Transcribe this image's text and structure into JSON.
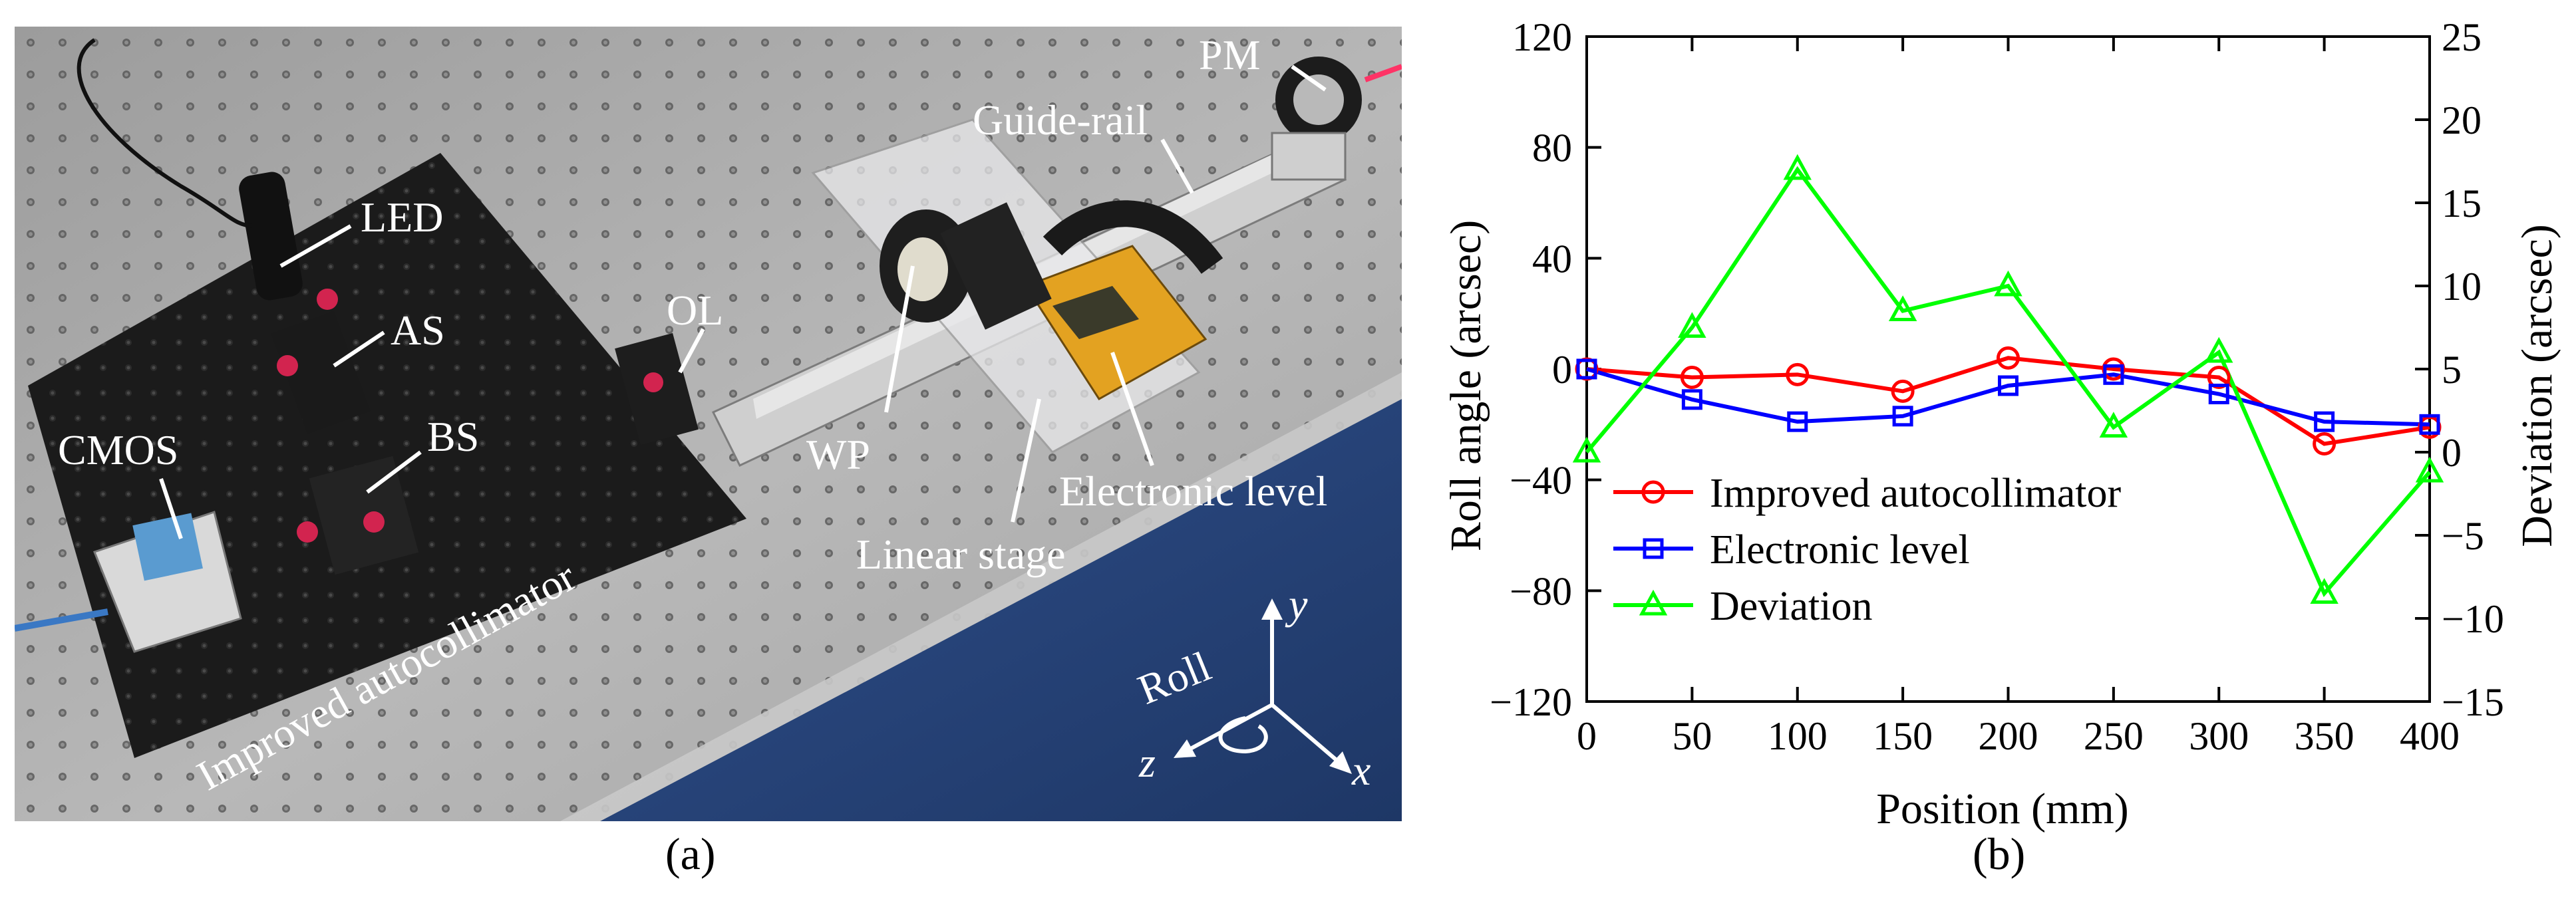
{
  "panel_a": {
    "caption": "(a)",
    "labels": {
      "pm": "PM",
      "guide_rail": "Guide-rail",
      "led": "LED",
      "ol": "OL",
      "as": "AS",
      "bs": "BS",
      "cmos": "CMOS",
      "wp": "WP",
      "electronic_level": "Electronic level",
      "linear_stage": "Linear stage",
      "improved_autocollimator": "Improved autocollimator",
      "roll": "Roll",
      "axis_x": "x",
      "axis_y": "y",
      "axis_z": "z"
    }
  },
  "panel_b": {
    "caption": "(b)"
  },
  "chart_data": {
    "type": "line",
    "title": "",
    "xlabel": "Position (mm)",
    "ylabel": "Roll angle (arcsec)",
    "y2label": "Deviation (arcsec)",
    "xlim": [
      0,
      400
    ],
    "ylim": [
      -120,
      120
    ],
    "y2lim": [
      -15,
      25
    ],
    "xticks": [
      "0",
      "50",
      "100",
      "150",
      "200",
      "250",
      "300",
      "350",
      "400"
    ],
    "yticks": [
      "120",
      "80",
      "40",
      "0",
      "−40",
      "−80",
      "−120"
    ],
    "y2ticks": [
      "25",
      "20",
      "15",
      "10",
      "5",
      "0",
      "−5",
      "−10",
      "−15"
    ],
    "grid": false,
    "legend_position": "lower-left",
    "x": [
      0,
      50,
      100,
      150,
      200,
      250,
      300,
      350,
      400
    ],
    "series": [
      {
        "name": "Improved autocollimator",
        "axis": "left",
        "color": "#ff0000",
        "marker": "circle",
        "values": [
          0,
          -3,
          -2,
          -8,
          4,
          0,
          -3,
          -27,
          -21
        ]
      },
      {
        "name": "Electronic level",
        "axis": "left",
        "color": "#0000ff",
        "marker": "square",
        "values": [
          0,
          -11,
          -19,
          -17,
          -6,
          -2,
          -9,
          -19,
          -20
        ]
      },
      {
        "name": "Deviation",
        "axis": "right",
        "color": "#00ff00",
        "marker": "triangle",
        "values": [
          0,
          7.5,
          17,
          8.5,
          10,
          1.5,
          6,
          -8.5,
          -1.2
        ]
      }
    ]
  }
}
